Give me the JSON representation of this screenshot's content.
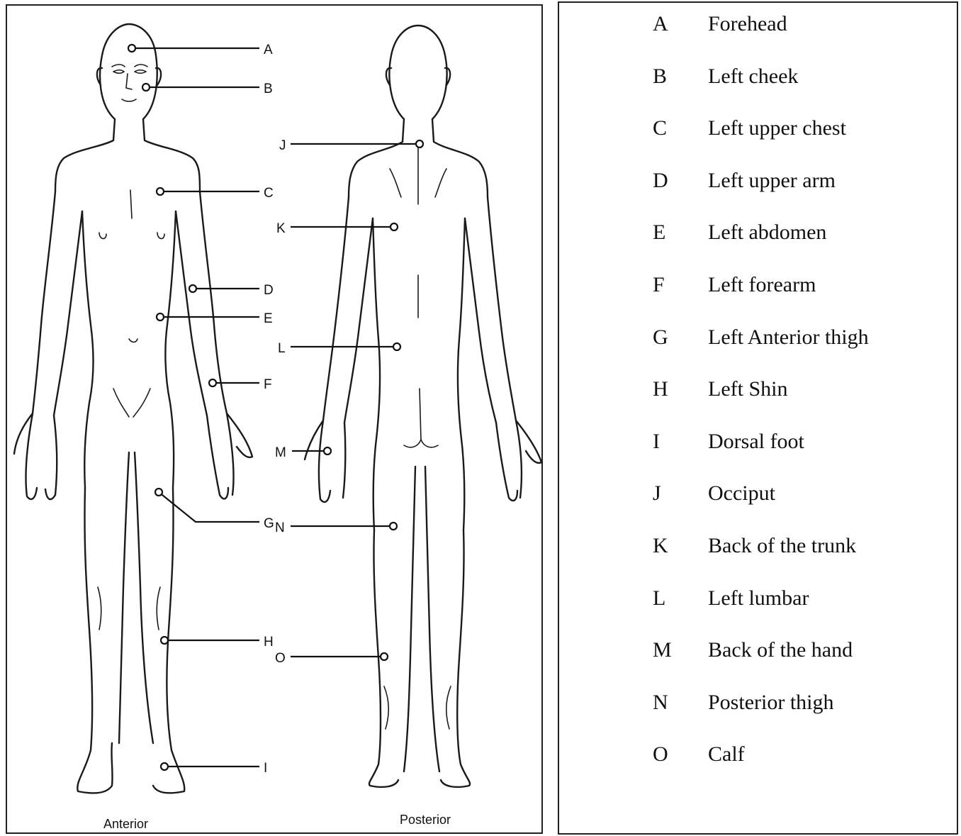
{
  "figure": {
    "views": [
      {
        "key": "anterior",
        "label": "Anterior"
      },
      {
        "key": "posterior",
        "label": "Posterior"
      }
    ],
    "markers": [
      "A",
      "B",
      "C",
      "D",
      "E",
      "F",
      "G",
      "H",
      "I",
      "J",
      "K",
      "L",
      "M",
      "N",
      "O"
    ]
  },
  "legend": [
    {
      "letter": "A",
      "region": "Forehead"
    },
    {
      "letter": "B",
      "region": "Left cheek"
    },
    {
      "letter": "C",
      "region": "Left upper chest"
    },
    {
      "letter": "D",
      "region": "Left upper arm"
    },
    {
      "letter": "E",
      "region": "Left abdomen"
    },
    {
      "letter": "F",
      "region": "Left forearm"
    },
    {
      "letter": "G",
      "region": "Left Anterior thigh"
    },
    {
      "letter": "H",
      "region": "Left Shin"
    },
    {
      "letter": "I",
      "region": "Dorsal foot"
    },
    {
      "letter": "J",
      "region": "Occiput"
    },
    {
      "letter": "K",
      "region": "Back of the trunk"
    },
    {
      "letter": "L",
      "region": "Left lumbar"
    },
    {
      "letter": "M",
      "region": "Back of the hand"
    },
    {
      "letter": "N",
      "region": "Posterior thigh"
    },
    {
      "letter": "O",
      "region": "Calf"
    }
  ]
}
